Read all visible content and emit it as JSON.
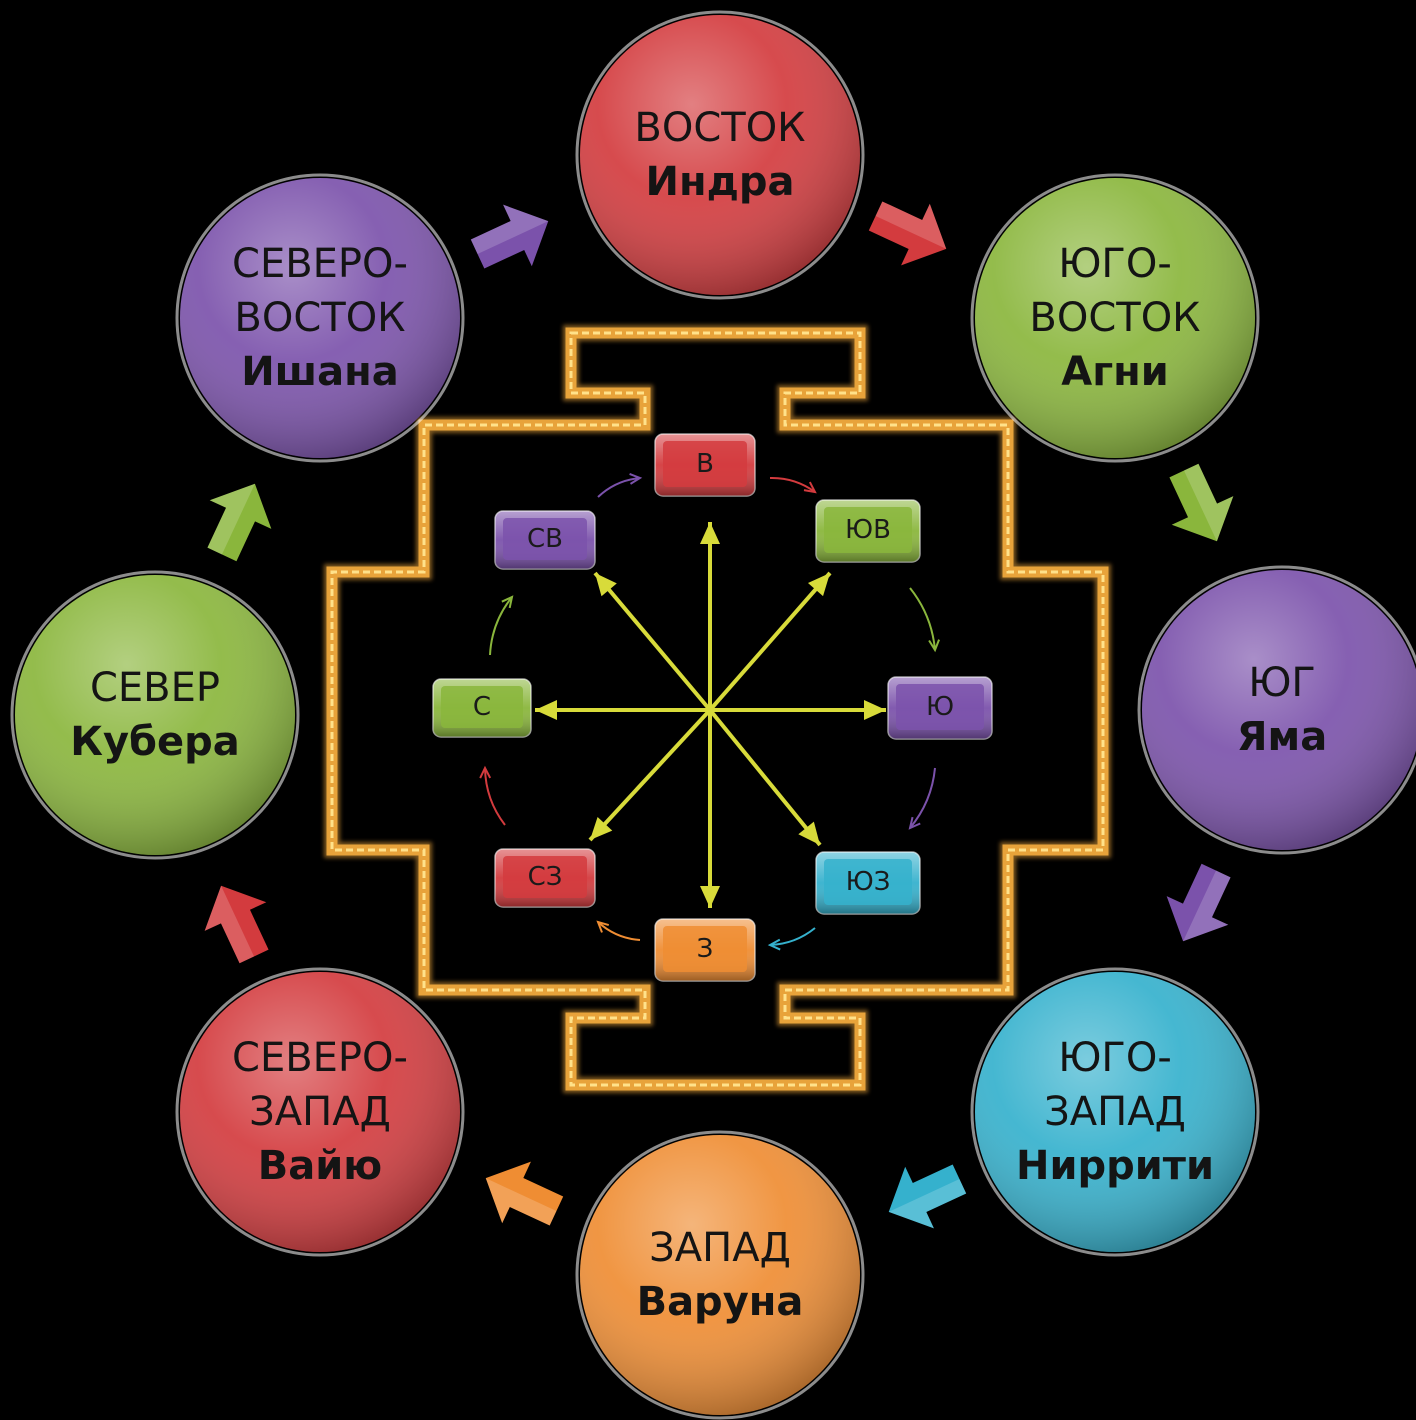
{
  "circles": [
    {
      "key": "east",
      "color": "#d33b3e",
      "lines": [
        "ВОСТОК"
      ],
      "deity": "Индра"
    },
    {
      "key": "southeast",
      "color": "#8ab63c",
      "lines": [
        "ЮГО-",
        "ВОСТОК"
      ],
      "deity": "Агни"
    },
    {
      "key": "south",
      "color": "#7b52ab",
      "lines": [
        "ЮГ"
      ],
      "deity": "Яма"
    },
    {
      "key": "southwest",
      "color": "#35b1cd",
      "lines": [
        "ЮГО-",
        "ЗАПАД"
      ],
      "deity": "Ниррити"
    },
    {
      "key": "west",
      "color": "#ef8d33",
      "lines": [
        "ЗАПАД"
      ],
      "deity": "Варуна"
    },
    {
      "key": "northwest",
      "color": "#d33b3e",
      "lines": [
        "СЕВЕРО-",
        "ЗАПАД"
      ],
      "deity": "Вайю"
    },
    {
      "key": "north",
      "color": "#8ab63c",
      "lines": [
        "СЕВЕР"
      ],
      "deity": "Кубера"
    },
    {
      "key": "northeast",
      "color": "#7b52ab",
      "lines": [
        "СЕВЕРО-",
        "ВОСТОК"
      ],
      "deity": "Ишана"
    }
  ],
  "boxes": [
    {
      "key": "v",
      "label": "В",
      "color": "#d33b3e"
    },
    {
      "key": "yuv",
      "label": "ЮВ",
      "color": "#8ab63c"
    },
    {
      "key": "yu",
      "label": "Ю",
      "color": "#7b52ab"
    },
    {
      "key": "yuz",
      "label": "ЮЗ",
      "color": "#35b1cd"
    },
    {
      "key": "z",
      "label": "З",
      "color": "#ef8d33"
    },
    {
      "key": "sz",
      "label": "СЗ",
      "color": "#d33b3e"
    },
    {
      "key": "s",
      "label": "С",
      "color": "#8ab63c"
    },
    {
      "key": "sv",
      "label": "СВ",
      "color": "#7b52ab"
    }
  ],
  "colors": {
    "background": "#000000",
    "frame_outer": "#e8a33a",
    "frame_inner": "#ffe28a",
    "spokes": "#d8db3a"
  }
}
